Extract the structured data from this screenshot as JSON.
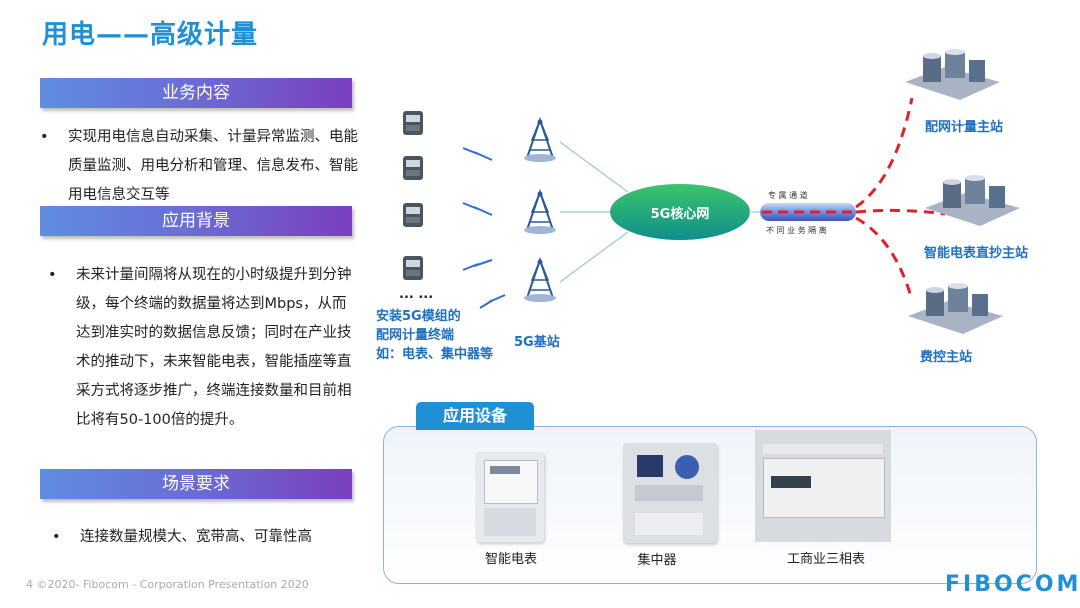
{
  "page": {
    "title": "用电——高级计量",
    "footer": "4  ©2020- Fibocom - Corporation Presentation 2020",
    "logo": "FIBOCOM"
  },
  "sections": [
    {
      "heading": "业务内容",
      "bullets": [
        "实现用电信息自动采集、计量异常监测、电能质量监测、用电分析和管理、信息发布、智能用电信息交互等"
      ]
    },
    {
      "heading": "应用背景",
      "bullets": [
        "未来计量间隔将从现在的小时级提升到分钟级，每个终端的数据量将达到Mbps，从而达到准实时的数据信息反馈；同时在产业技术的推动下，未来智能电表，智能插座等直采方式将逐步推广，终端连接数量和目前相比将有50-100倍的提升。"
      ]
    },
    {
      "heading": "场景要求",
      "bullets": [
        "连接数量规模大、宽带高、可靠性高"
      ]
    }
  ],
  "diagram": {
    "ellipsis": "...  ...",
    "terminal_label": [
      "安装5G模组的",
      "配网计量终端",
      "如：电表、集中器等"
    ],
    "base_station_label": "5G基站",
    "core_network": "5G核心网",
    "tunnel_top": "专  属  通  道",
    "tunnel_bottom": "不 同 业 务 隔 离",
    "stations": [
      "配网计量主站",
      "智能电表直抄主站",
      "费控主站"
    ]
  },
  "equipment": {
    "heading": "应用设备",
    "devices": [
      "智能电表",
      "集中器",
      "工商业三相表"
    ]
  },
  "colors": {
    "accent": "#1f8fd6",
    "red_dash": "#e0202a"
  }
}
